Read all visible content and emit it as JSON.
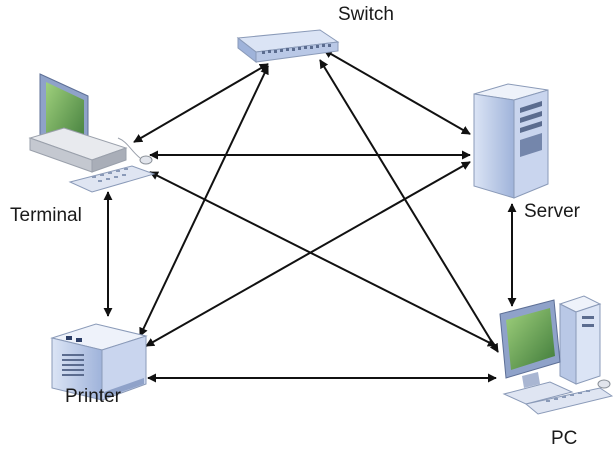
{
  "nodes": {
    "switch": {
      "label": "Switch"
    },
    "terminal": {
      "label": "Terminal"
    },
    "server": {
      "label": "Server"
    },
    "printer": {
      "label": "Printer"
    },
    "pc": {
      "label": "PC"
    }
  },
  "links": [
    {
      "from": "switch",
      "to": "terminal"
    },
    {
      "from": "switch",
      "to": "server"
    },
    {
      "from": "switch",
      "to": "printer"
    },
    {
      "from": "switch",
      "to": "pc"
    },
    {
      "from": "terminal",
      "to": "server"
    },
    {
      "from": "terminal",
      "to": "printer"
    },
    {
      "from": "terminal",
      "to": "pc"
    },
    {
      "from": "server",
      "to": "printer"
    },
    {
      "from": "server",
      "to": "pc"
    },
    {
      "from": "printer",
      "to": "pc"
    }
  ],
  "colors": {
    "device_body": "#e6e8ec",
    "device_blue": "#b9c8e6",
    "screen": "#5a8a4a",
    "arrow": "#111111"
  }
}
